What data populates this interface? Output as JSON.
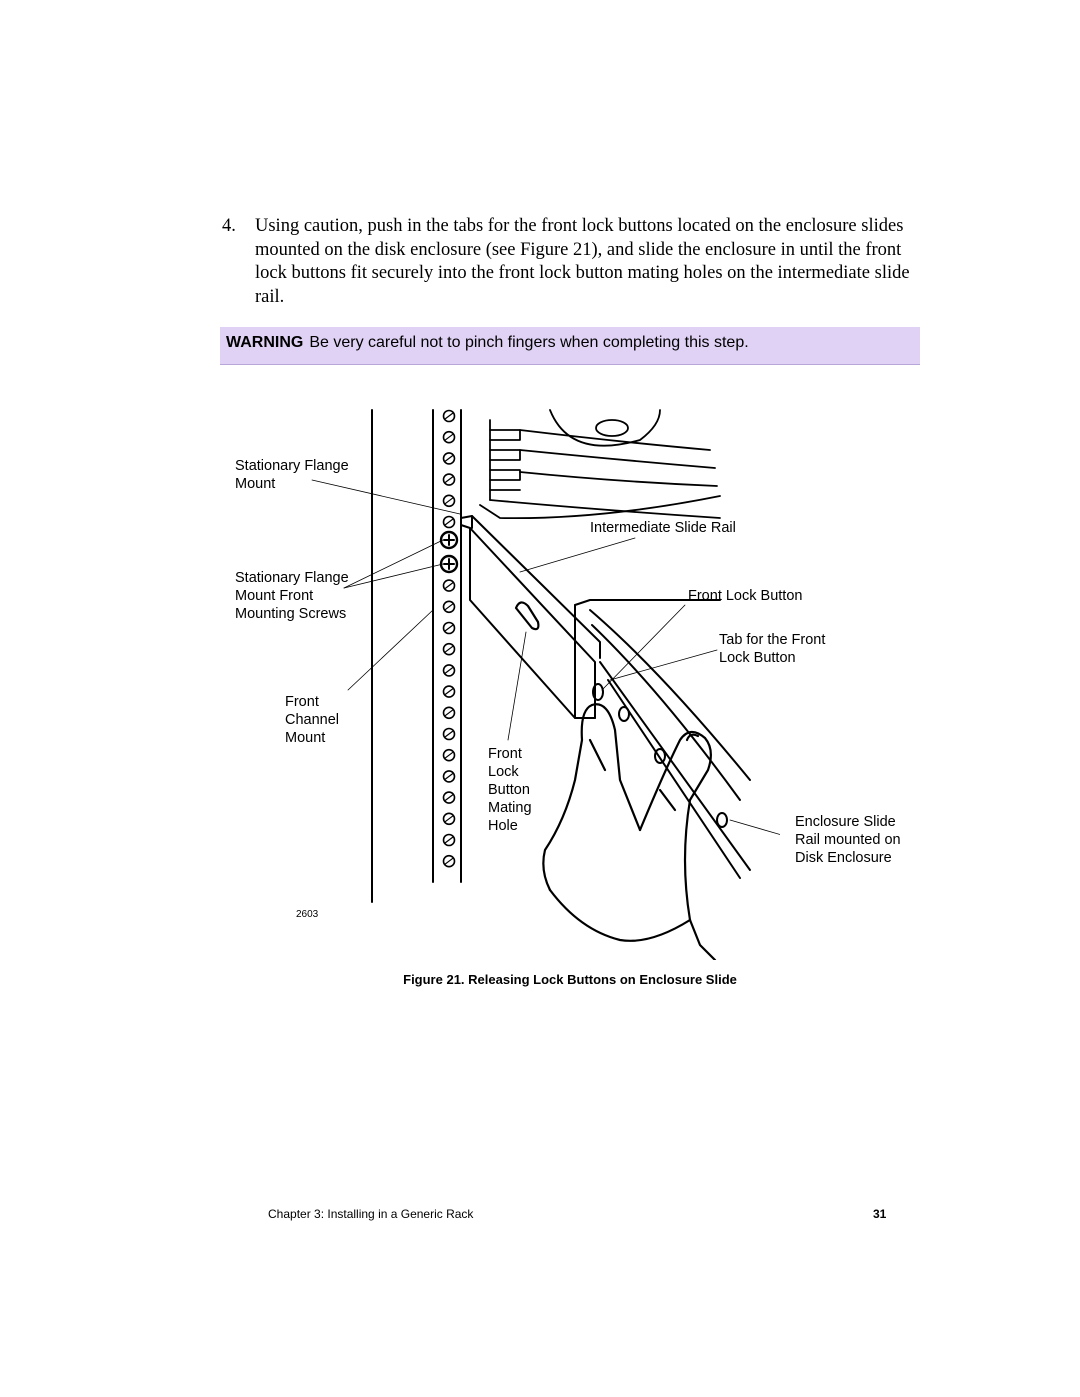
{
  "step": {
    "number": "4.",
    "text": "Using caution, push in the tabs for the front lock buttons located on the enclosure slides mounted on the disk enclosure (see Figure 21), and slide the enclosure in until the front lock buttons fit securely into the front lock button mating holes on the intermediate slide rail."
  },
  "warning": {
    "keyword": "WARNING",
    "text": "Be very careful not to pinch fingers when completing this step.",
    "background": "#e0d2f5"
  },
  "figure": {
    "labels": {
      "stationary_flange_mount": "Stationary Flange\nMount",
      "stationary_flange_screws": "Stationary Flange\nMount Front\nMounting Screws",
      "front_channel_mount": "Front\nChannel\nMount",
      "intermediate_slide_rail": "Intermediate Slide Rail",
      "front_lock_button": "Front Lock Button",
      "tab_front_lock_button": "Tab for the Front\nLock Button",
      "mating_hole": "Front\nLock\nButton\nMating\nHole",
      "enclosure_slide_rail": "Enclosure Slide\nRail mounted on\nDisk Enclosure"
    },
    "figure_number": "2603",
    "caption": "Figure 21. Releasing Lock Buttons on Enclosure Slide"
  },
  "footer": {
    "chapter": "Chapter 3:  Installing in a Generic Rack",
    "page_number": "31"
  }
}
